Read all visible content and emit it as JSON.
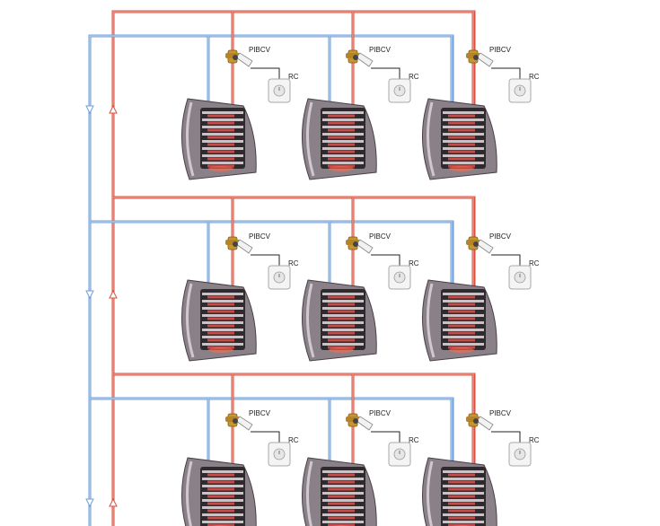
{
  "units": [
    {
      "valve_label": "PIBCV",
      "controller_label": "RC"
    },
    {
      "valve_label": "PIBCV",
      "controller_label": "RC"
    },
    {
      "valve_label": "PIBCV",
      "controller_label": "RC"
    },
    {
      "valve_label": "PIBCV",
      "controller_label": "RC"
    },
    {
      "valve_label": "PIBCV",
      "controller_label": "RC"
    },
    {
      "valve_label": "PIBCV",
      "controller_label": "RC"
    },
    {
      "valve_label": "PIBCV",
      "controller_label": "RC"
    },
    {
      "valve_label": "PIBCV",
      "controller_label": "RC"
    },
    {
      "valve_label": "PIBCV",
      "controller_label": "RC"
    }
  ],
  "colors": {
    "supply_pipe": "#d9503f",
    "return_pipe": "#6f9fd8",
    "heater_body": "#8a8088",
    "heater_glow": "#e0504a",
    "valve_brass": "#c9962e"
  },
  "icons": {
    "heater": "unit-heater-icon",
    "valve": "pibcv-valve-icon",
    "controller": "room-controller-icon",
    "flow_arrow": "flow-arrow-icon"
  }
}
